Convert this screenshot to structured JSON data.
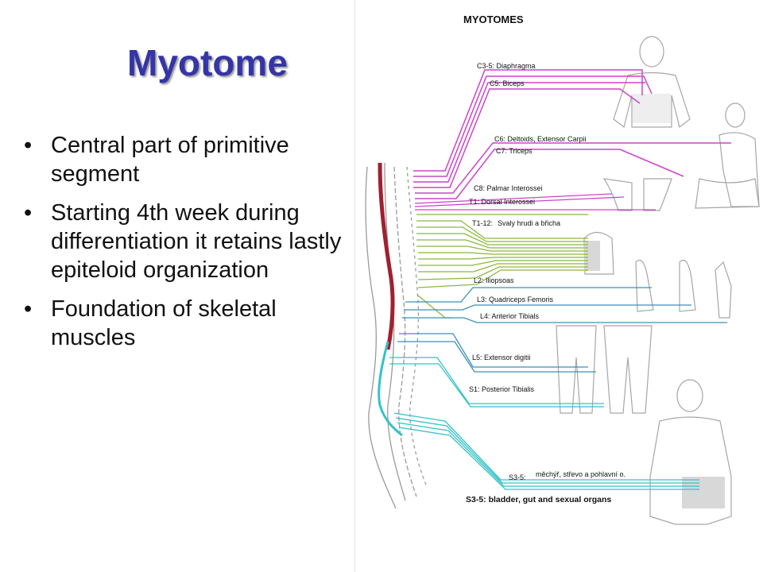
{
  "slide": {
    "title": "Myotome",
    "bullets": [
      "Central part of primitive segment",
      "Starting 4th week during differentiation it retains lastly epiteloid organization",
      "Foundation of skeletal muscles"
    ]
  },
  "figure": {
    "heading": "MYOTOMES",
    "labels": {
      "c3_5": "C3-5: Diaphragma",
      "c5": "C5: Biceps",
      "c6": "C6: Deltoids, Extensor Carpii",
      "c7": "C7: Triceps",
      "c8": "C8: Palmar Interossei",
      "t1": "T1: Dorsal Interossei",
      "t1_12": "T1-12:",
      "t1_12_cz": "Svaly hrudi a břicha",
      "l2": "L2: Iliopsoas",
      "l3": "L3: Quadriceps Femoris",
      "l4": "L4: Anterior Tibials",
      "l5": "L5: Extensor digitii",
      "s1": "S1: Posterior Tibialis",
      "s3_5_cz_prefix": "S3-5:",
      "s3_5_cz": "měchýř, střevo a pohlavní o.",
      "s3_5_en": "S3-5: bladder, gut and sexual organs"
    },
    "colors": {
      "cervical": "#cc44cc",
      "thoracic": "#8ab83a",
      "lumbar": "#3a90b8",
      "sacral": "#35c2c6",
      "cord": "#a02030",
      "outline": "#9a9a9a"
    }
  }
}
